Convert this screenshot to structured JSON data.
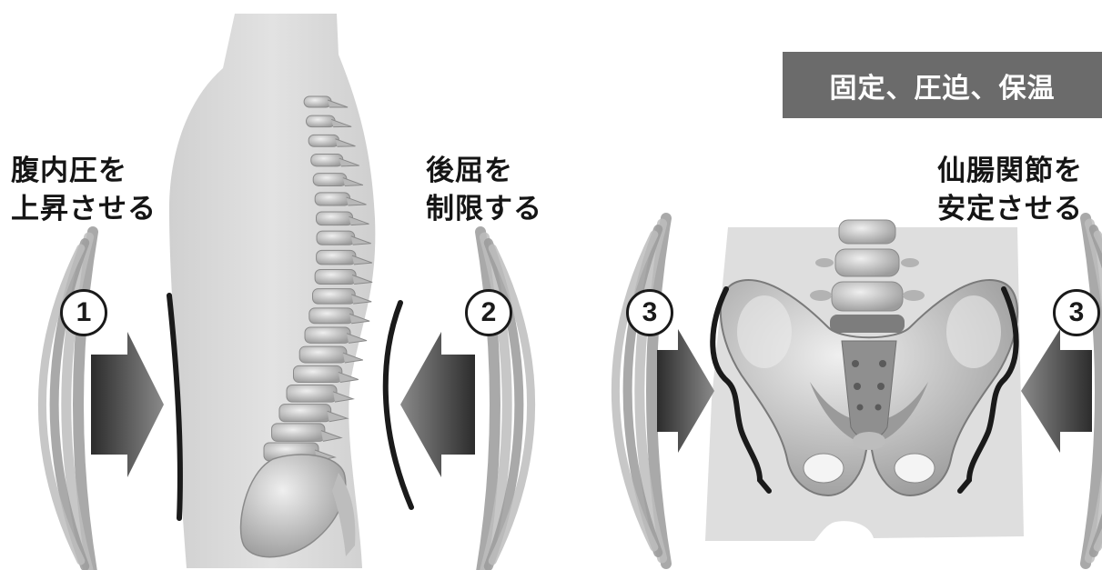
{
  "badge": {
    "text": "固定、圧迫、保温",
    "color": "#6b6b6b"
  },
  "labels": {
    "left_line1": "腹内圧を",
    "left_line2": "上昇させる",
    "mid_line1": "後屈を",
    "mid_line2": "制限する",
    "right_line1": "仙腸関節を",
    "right_line2": "安定させる"
  },
  "markers": {
    "m1": "1",
    "m2": "2",
    "m3_left": "3",
    "m3_right": "3"
  },
  "colors": {
    "arrow": "#4a4a4a",
    "body": "#d9d9d9",
    "bone": "#c4c4c4",
    "outline": "#1a1a1a"
  }
}
